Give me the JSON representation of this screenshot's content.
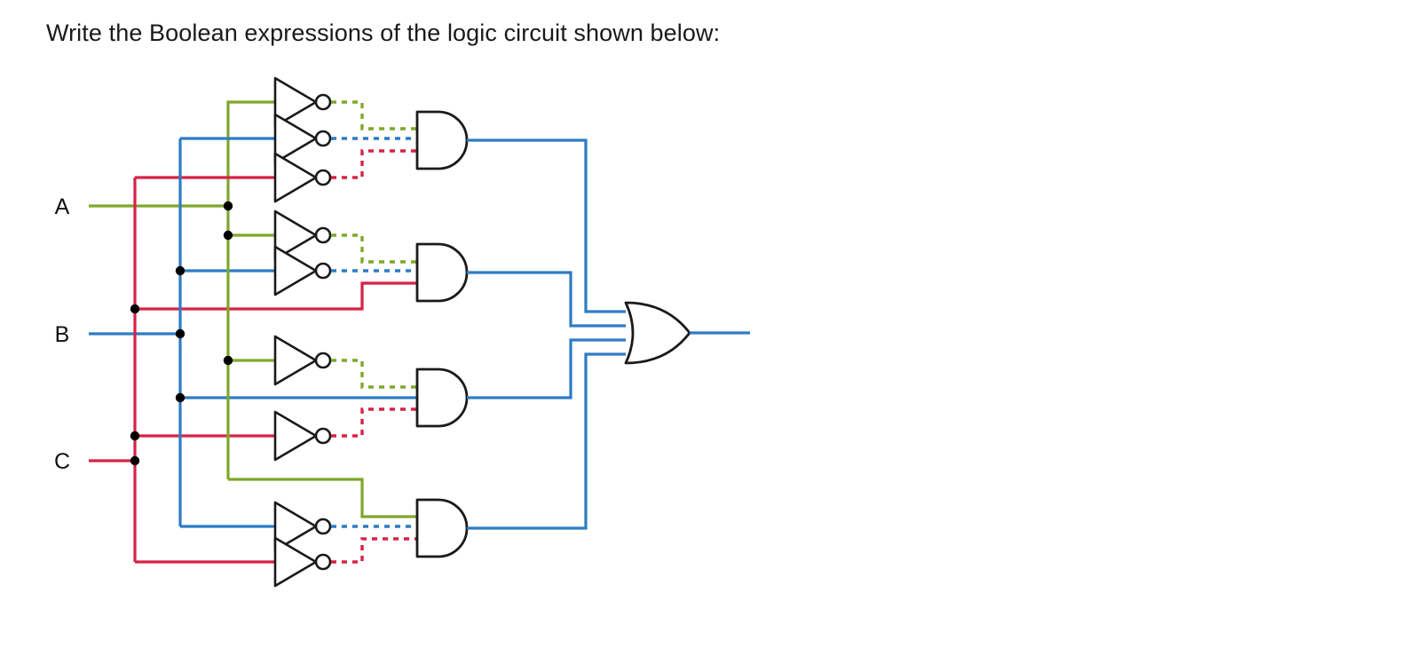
{
  "page": {
    "title": "Write the Boolean expressions of the logic circuit shown below:",
    "background": "#ffffff"
  },
  "colors": {
    "wire_a_green": "#7fa72b",
    "wire_b_blue": "#2d7cc4",
    "wire_c_red": "#d62246",
    "gate_outline": "#1a1a1a",
    "junction_dot": "#000000",
    "text": "#1a1a1a"
  },
  "circuit": {
    "name": "sum-of-products-3-input",
    "inputs": [
      {
        "label": "A",
        "color_key": "wire_a_green"
      },
      {
        "label": "B",
        "color_key": "wire_b_blue"
      },
      {
        "label": "C",
        "color_key": "wire_c_red"
      }
    ],
    "not_gates": [
      {
        "id": "not-a-1",
        "input": "A",
        "output": "A'",
        "group": 1,
        "color_key": "wire_a_green"
      },
      {
        "id": "not-b-1",
        "input": "B",
        "output": "B'",
        "group": 1,
        "color_key": "wire_b_blue"
      },
      {
        "id": "not-c-1",
        "input": "C",
        "output": "C'",
        "group": 1,
        "color_key": "wire_c_red"
      },
      {
        "id": "not-a-2",
        "input": "A",
        "output": "A'",
        "group": 2,
        "color_key": "wire_a_green"
      },
      {
        "id": "not-b-2",
        "input": "B",
        "output": "B'",
        "group": 2,
        "color_key": "wire_b_blue"
      },
      {
        "id": "not-a-3",
        "input": "A",
        "output": "A'",
        "group": 3,
        "color_key": "wire_a_green"
      },
      {
        "id": "not-c-3",
        "input": "C",
        "output": "C'",
        "group": 3,
        "color_key": "wire_c_red"
      },
      {
        "id": "not-b-4",
        "input": "B",
        "output": "B'",
        "group": 4,
        "color_key": "wire_b_blue"
      },
      {
        "id": "not-c-4",
        "input": "C",
        "output": "C'",
        "group": 4,
        "color_key": "wire_c_red"
      }
    ],
    "and_gates": [
      {
        "id": "and-1",
        "inputs": [
          "A'",
          "B'",
          "C'"
        ],
        "term": "A'B'C'"
      },
      {
        "id": "and-2",
        "inputs": [
          "A'",
          "B'",
          "C"
        ],
        "term": "A'B'C"
      },
      {
        "id": "and-3",
        "inputs": [
          "A'",
          "B",
          "C'"
        ],
        "term": "A'BC'"
      },
      {
        "id": "and-4",
        "inputs": [
          "A",
          "B'",
          "C'"
        ],
        "term": "AB'C'"
      }
    ],
    "or_gate": {
      "id": "or-1",
      "input_count": 4,
      "expression": "A'B'C' + A'B'C + A'BC' + AB'C'"
    },
    "junction_count": 9,
    "gate_counts": {
      "not": 9,
      "and": 4,
      "or": 1
    }
  }
}
